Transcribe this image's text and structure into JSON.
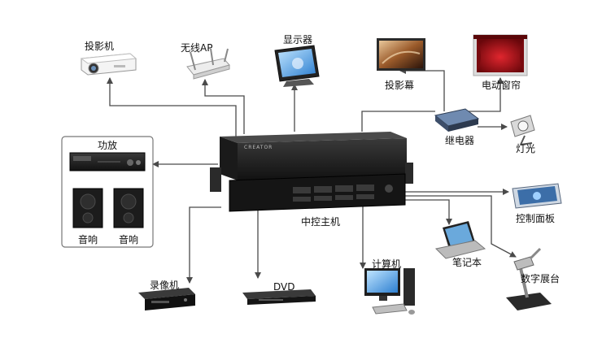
{
  "labels": {
    "projector": "投影机",
    "wireless_ap": "无线AP",
    "display": "显示器",
    "projection_screen": "投影幕",
    "electric_curtain": "电动窗帘",
    "relay": "继电器",
    "light": "灯光",
    "amplifier": "功放",
    "speaker_left": "音响",
    "speaker_right": "音响",
    "central_host": "中控主机",
    "control_panel": "控制面板",
    "laptop": "笔记本",
    "computer": "计算机",
    "dvd": "DVD",
    "recorder": "录像机",
    "document_camera": "数字展台"
  },
  "device_brand": "CREATOR",
  "colors": {
    "line": "#4a4a4a",
    "device_dark": "#1b1b1b",
    "screen_red": "#b0151c",
    "panel_blue": "#3c6ea8"
  }
}
